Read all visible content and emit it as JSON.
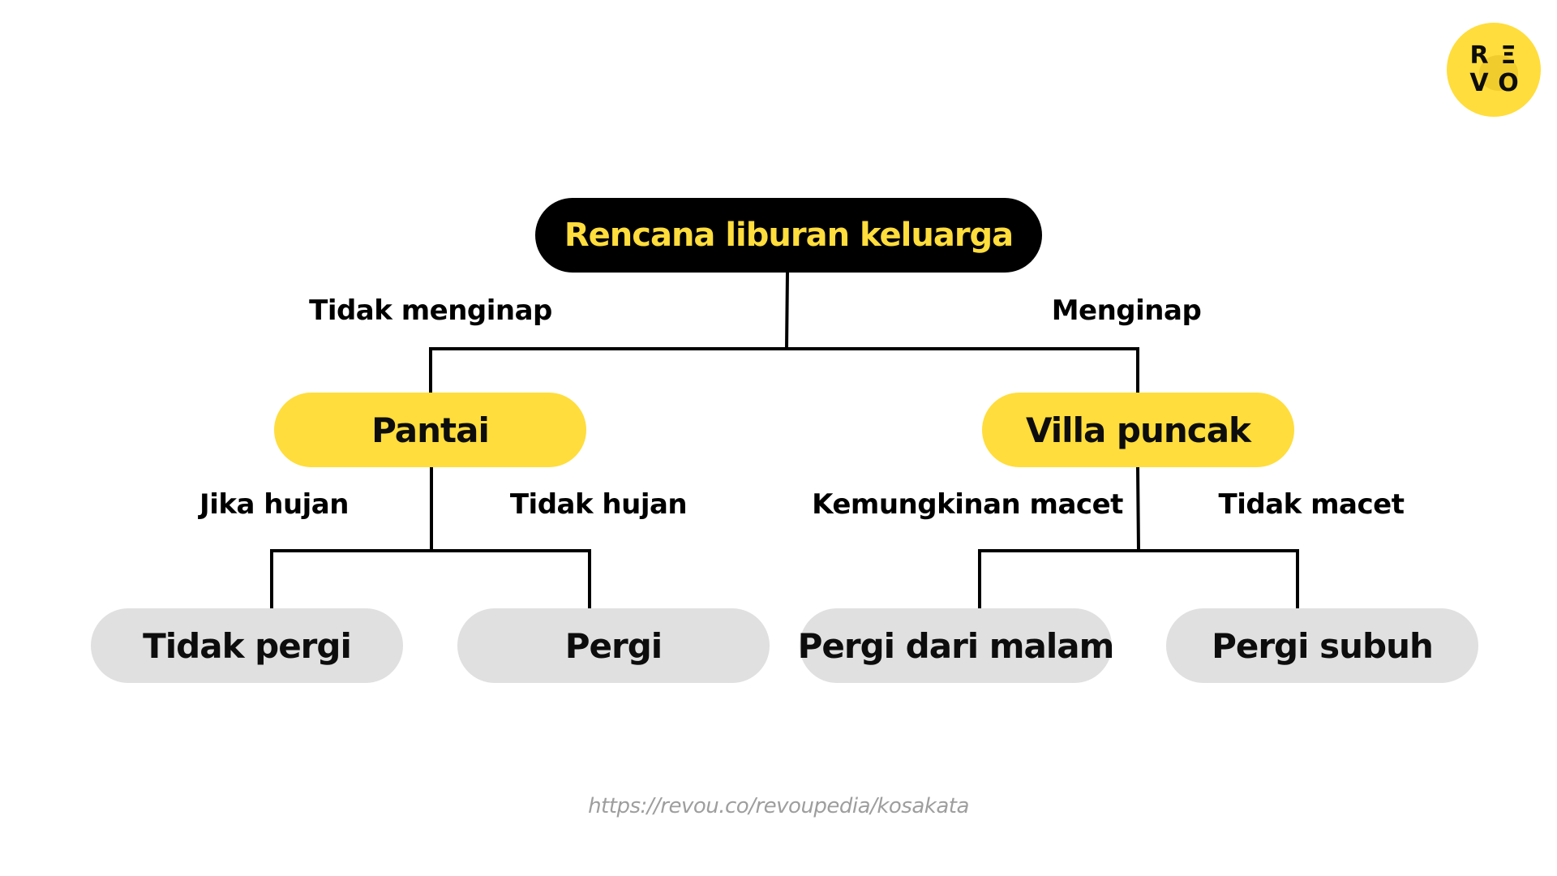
{
  "colors": {
    "root_bg": "#000000",
    "root_text": "#FFDD3C",
    "mid_bg": "#FFDD3C",
    "leaf_bg": "#E0E0E0",
    "node_text": "#0D0D0D",
    "url_text": "#9E9E9E",
    "logo_bg": "#FFDD3C",
    "logo_accent": "#E5BE20"
  },
  "logo": {
    "letters": [
      "R",
      "Ξ",
      "V",
      "O"
    ]
  },
  "diagram": {
    "root": {
      "label": "Rencana liburan keluarga"
    },
    "branches": [
      {
        "edge_label": "Tidak menginap",
        "node": "Pantai",
        "children": [
          {
            "edge_label": "Jika hujan",
            "node": "Tidak pergi"
          },
          {
            "edge_label": "Tidak hujan",
            "node": "Pergi"
          }
        ]
      },
      {
        "edge_label": "Menginap",
        "node": "Villa puncak",
        "children": [
          {
            "edge_label": "Kemungkinan macet",
            "node": "Pergi dari malam"
          },
          {
            "edge_label": "Tidak macet",
            "node": "Pergi subuh"
          }
        ]
      }
    ]
  },
  "footer": {
    "url": "https://revou.co/revoupedia/kosakata"
  }
}
